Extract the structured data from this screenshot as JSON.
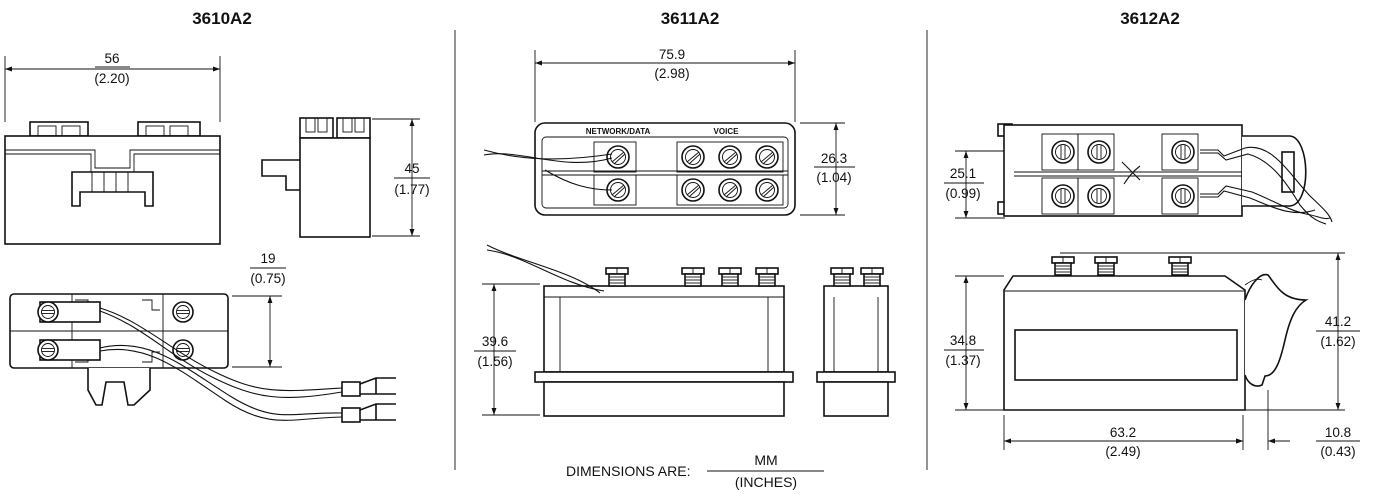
{
  "models": {
    "m3610": {
      "title": "3610A2",
      "width_mm": "56",
      "width_in": "(2.20)",
      "height_mm": "45",
      "height_in": "(1.77)",
      "depth_mm": "19",
      "depth_in": "(0.75)"
    },
    "m3611": {
      "title": "3611A2",
      "width_mm": "75.9",
      "width_in": "(2.98)",
      "top_h_mm": "26.3",
      "top_h_in": "(1.04)",
      "side_h_mm": "39.6",
      "side_h_in": "(1.56)",
      "label_network": "NETWORK/DATA",
      "label_voice": "VOICE"
    },
    "m3612": {
      "title": "3612A2",
      "top_h_mm": "25.1",
      "top_h_in": "(0.99)",
      "body_h_mm": "34.8",
      "body_h_in": "(1.37)",
      "total_h_mm": "41.2",
      "total_h_in": "(1.62)",
      "length_mm": "63.2",
      "length_in": "(2.49)",
      "ext_mm": "10.8",
      "ext_in": "(0.43)"
    }
  },
  "legend": {
    "prefix": "DIMENSIONS ARE:",
    "numerator": "MM",
    "denominator": "(INCHES)"
  },
  "colors": {
    "line": "#111111",
    "background": "#ffffff"
  }
}
